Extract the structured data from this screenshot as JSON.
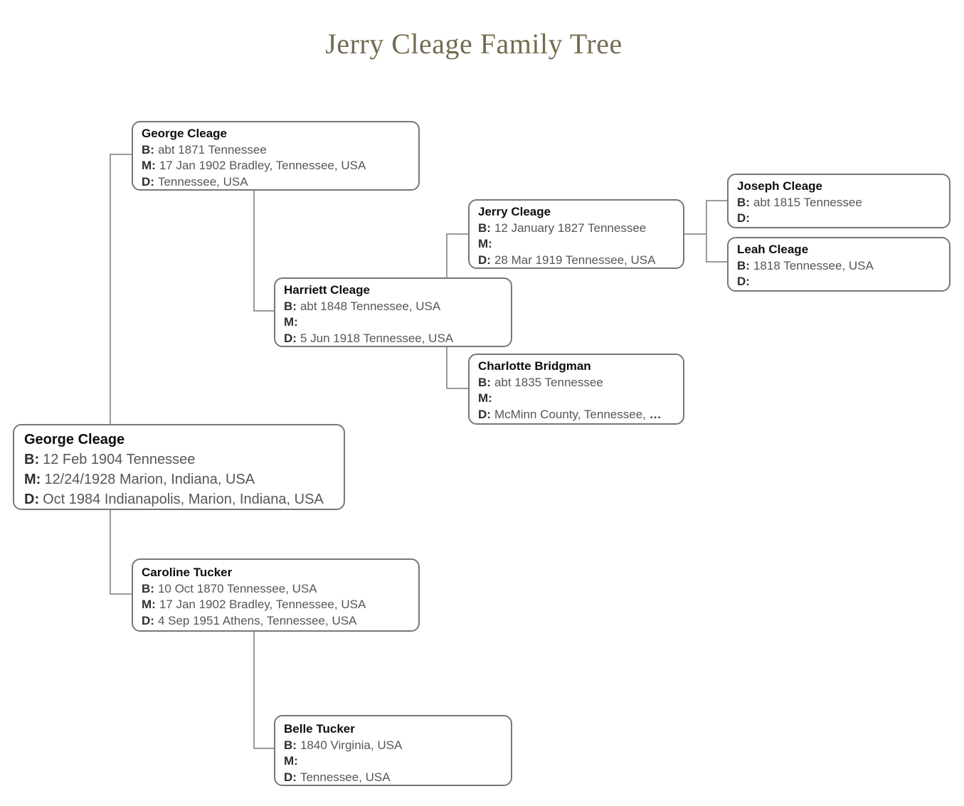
{
  "title": "Jerry Cleage Family Tree",
  "labels": {
    "born": "B:",
    "married": "M:",
    "died": "D:"
  },
  "people": [
    {
      "name": "George Cleage",
      "b": "abt 1871 Tennessee",
      "m": "17 Jan 1902 Bradley, Tennessee, USA",
      "d": "Tennessee, USA"
    },
    {
      "name": "Jerry Cleage",
      "b": "12 January 1827 Tennessee",
      "m": "",
      "d": "28 Mar 1919 Tennessee, USA"
    },
    {
      "name": "Joseph Cleage",
      "b": "abt 1815 Tennessee",
      "d": ""
    },
    {
      "name": "Leah Cleage",
      "b": "1818 Tennessee, USA",
      "d": ""
    },
    {
      "name": "Harriett Cleage",
      "b": "abt 1848 Tennessee, USA",
      "m": "",
      "d": "5 Jun 1918 Tennessee, USA"
    },
    {
      "name": "Charlotte Bridgman",
      "b": "abt 1835 Tennessee",
      "m": "",
      "d": "McMinn County, Tennessee, ",
      "d_ellipsis": "…"
    },
    {
      "name": "George Cleage",
      "b": "12 Feb 1904 Tennessee",
      "m": "12/24/1928 Marion, Indiana, USA",
      "d": "Oct 1984 Indianapolis, Marion, Indiana, USA"
    },
    {
      "name": "Caroline Tucker",
      "b": "10 Oct 1870 Tennessee, USA",
      "m": "17 Jan 1902 Bradley, Tennessee, USA",
      "d": "4 Sep 1951 Athens, Tennessee, USA"
    },
    {
      "name": "Belle Tucker",
      "b": "1840 Virginia, USA",
      "m": "",
      "d": "Tennessee, USA"
    }
  ],
  "colors": {
    "line": "#9b9b9b",
    "card_border": "#777777",
    "title": "#756b51"
  }
}
